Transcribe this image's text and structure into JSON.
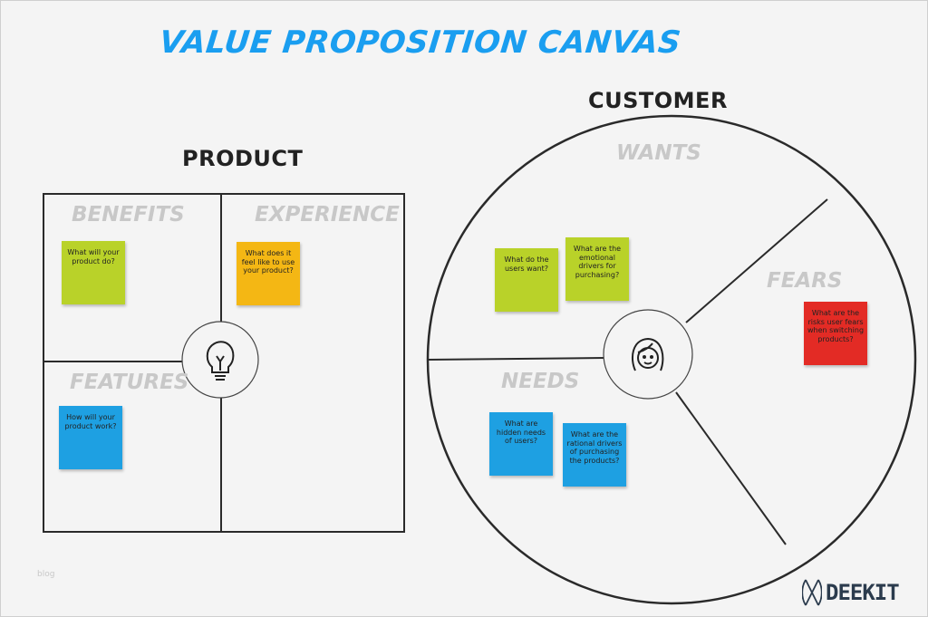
{
  "title": "VALUE PROPOSITION CANVAS",
  "product": {
    "heading": "PRODUCT",
    "sections": {
      "benefits": "BENEFITS",
      "experience": "EXPERIENCE",
      "features": "FEATURES"
    },
    "notes": {
      "benefits": "What will your product do?",
      "experience": "What does it feel like to use your product?",
      "features": "How will your product work?"
    }
  },
  "customer": {
    "heading": "CUSTOMER",
    "sections": {
      "wants": "WANTS",
      "fears": "FEARS",
      "needs": "NEEDS"
    },
    "notes": {
      "wants_1": "What do the users want?",
      "wants_2": "What are the emotional drivers for purchasing?",
      "fears": "What are the risks user fears when switching products?",
      "needs_1": "What are hidden needs of users?",
      "needs_2": "What are the rational drivers of purchasing the products?"
    }
  },
  "footer": {
    "blog": "blog",
    "brand": "DEEKIT"
  },
  "colors": {
    "title": "#1a9ef0",
    "green": "#b9d229",
    "orange": "#f4b714",
    "blue": "#1ea0e2",
    "red": "#e32b25"
  }
}
